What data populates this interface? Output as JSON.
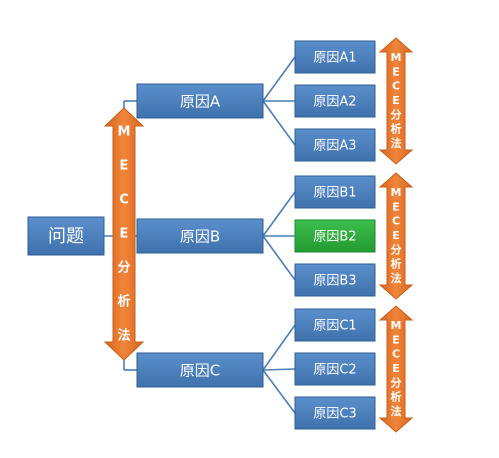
{
  "root": {
    "label": "问题"
  },
  "mid_arrow": {
    "letters": [
      "M",
      "E",
      "C",
      "E"
    ],
    "chars": [
      "分",
      "析",
      "法"
    ]
  },
  "causes": [
    {
      "label": "原因A",
      "leaves": [
        "原因A1",
        "原因A2",
        "原因A3"
      ],
      "arrow": {
        "letters": [
          "M",
          "E",
          "C",
          "E"
        ],
        "chars": [
          "分",
          "析",
          "法"
        ]
      }
    },
    {
      "label": "原因B",
      "leaves": [
        "原因B1",
        "原因B2",
        "原因B3"
      ],
      "arrow": {
        "letters": [
          "M",
          "E",
          "C",
          "E"
        ],
        "chars": [
          "分",
          "析",
          "法"
        ]
      }
    },
    {
      "label": "原因C",
      "leaves": [
        "原因C1",
        "原因C2",
        "原因C3"
      ],
      "arrow": {
        "letters": [
          "M",
          "E",
          "C",
          "E"
        ],
        "chars": [
          "分",
          "析",
          "法"
        ]
      }
    }
  ],
  "colors": {
    "box_blue": "#4a7eb8",
    "box_blue_edge": "#2f5f94",
    "box_green": "#2eaa3e",
    "box_green_edge": "#1e8a2c",
    "arrow_orange": "#e8762c",
    "arrow_orange_edge": "#c85f1c",
    "line": "#4a7eb8",
    "text": "#ffffff"
  },
  "highlight": "原因B2"
}
